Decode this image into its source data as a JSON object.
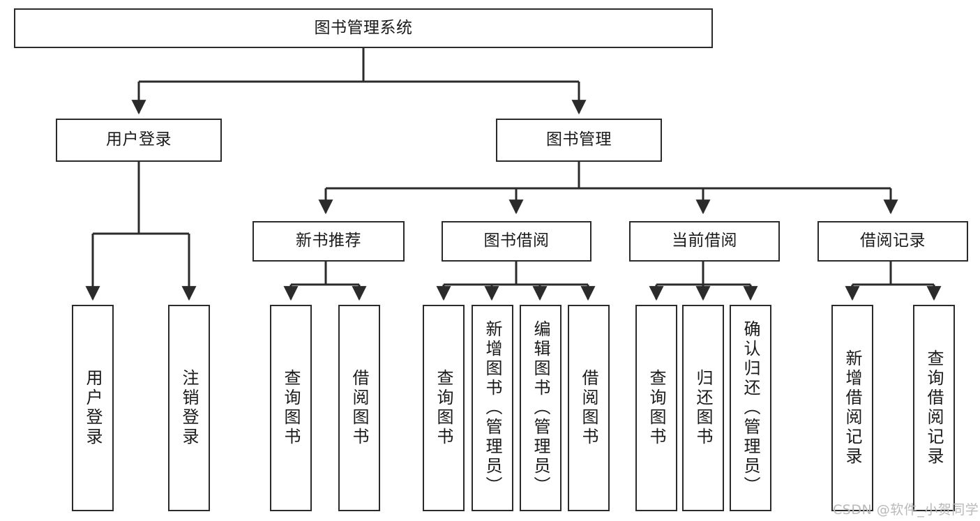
{
  "diagram": {
    "title": "图书管理系统",
    "type": "tree",
    "orientation": "top-down",
    "line_color": "#2b2b2b",
    "box_fill": "#ffffff",
    "text_color": "#1a1a1a"
  },
  "watermark": {
    "text": "CSDN @软件_小贺同学",
    "color": "#b9b9b9"
  },
  "nodes": {
    "root": {
      "label": "图书管理系统"
    },
    "level2": [
      {
        "id": "user-login",
        "label": "用户登录"
      },
      {
        "id": "book-manage",
        "label": "图书管理"
      }
    ],
    "level3": [
      {
        "id": "new-book-recommend",
        "label": "新书推荐"
      },
      {
        "id": "book-borrow",
        "label": "图书借阅"
      },
      {
        "id": "current-borrow",
        "label": "当前借阅"
      },
      {
        "id": "borrow-record",
        "label": "借阅记录"
      }
    ],
    "leaves": [
      {
        "id": "leaf-user-login",
        "label": "用户登录"
      },
      {
        "id": "leaf-logout-login",
        "label": "注销登录"
      },
      {
        "id": "leaf-query-book-1",
        "label": "查询图书"
      },
      {
        "id": "leaf-borrow-book-1",
        "label": "借阅图书"
      },
      {
        "id": "leaf-query-book-2",
        "label": "查询图书"
      },
      {
        "id": "leaf-add-book-admin",
        "label": "新增图书（管理员）"
      },
      {
        "id": "leaf-edit-book-admin",
        "label": "编辑图书（管理员）"
      },
      {
        "id": "leaf-borrow-book-2",
        "label": "借阅图书"
      },
      {
        "id": "leaf-query-book-3",
        "label": "查询图书"
      },
      {
        "id": "leaf-return-book",
        "label": "归还图书"
      },
      {
        "id": "leaf-confirm-return-admin",
        "label": "确认归还（管理员）"
      },
      {
        "id": "leaf-add-borrow-record",
        "label": "新增借阅记录"
      },
      {
        "id": "leaf-query-borrow-record",
        "label": "查询借阅记录"
      }
    ]
  },
  "chart_data": {
    "type": "tree",
    "title": "图书管理系统",
    "root": "图书管理系统",
    "edges": [
      {
        "from": "图书管理系统",
        "to": "用户登录"
      },
      {
        "from": "图书管理系统",
        "to": "图书管理"
      },
      {
        "from": "用户登录",
        "to": "用户登录(叶)"
      },
      {
        "from": "用户登录",
        "to": "注销登录"
      },
      {
        "from": "图书管理",
        "to": "新书推荐"
      },
      {
        "from": "图书管理",
        "to": "图书借阅"
      },
      {
        "from": "图书管理",
        "to": "当前借阅"
      },
      {
        "from": "图书管理",
        "to": "借阅记录"
      },
      {
        "from": "新书推荐",
        "to": "查询图书"
      },
      {
        "from": "新书推荐",
        "to": "借阅图书"
      },
      {
        "from": "图书借阅",
        "to": "查询图书"
      },
      {
        "from": "图书借阅",
        "to": "新增图书（管理员）"
      },
      {
        "from": "图书借阅",
        "to": "编辑图书（管理员）"
      },
      {
        "from": "图书借阅",
        "to": "借阅图书"
      },
      {
        "from": "当前借阅",
        "to": "查询图书"
      },
      {
        "from": "当前借阅",
        "to": "归还图书"
      },
      {
        "from": "当前借阅",
        "to": "确认归还（管理员）"
      },
      {
        "from": "借阅记录",
        "to": "新增借阅记录"
      },
      {
        "from": "借阅记录",
        "to": "查询借阅记录"
      }
    ],
    "levels": 4
  }
}
